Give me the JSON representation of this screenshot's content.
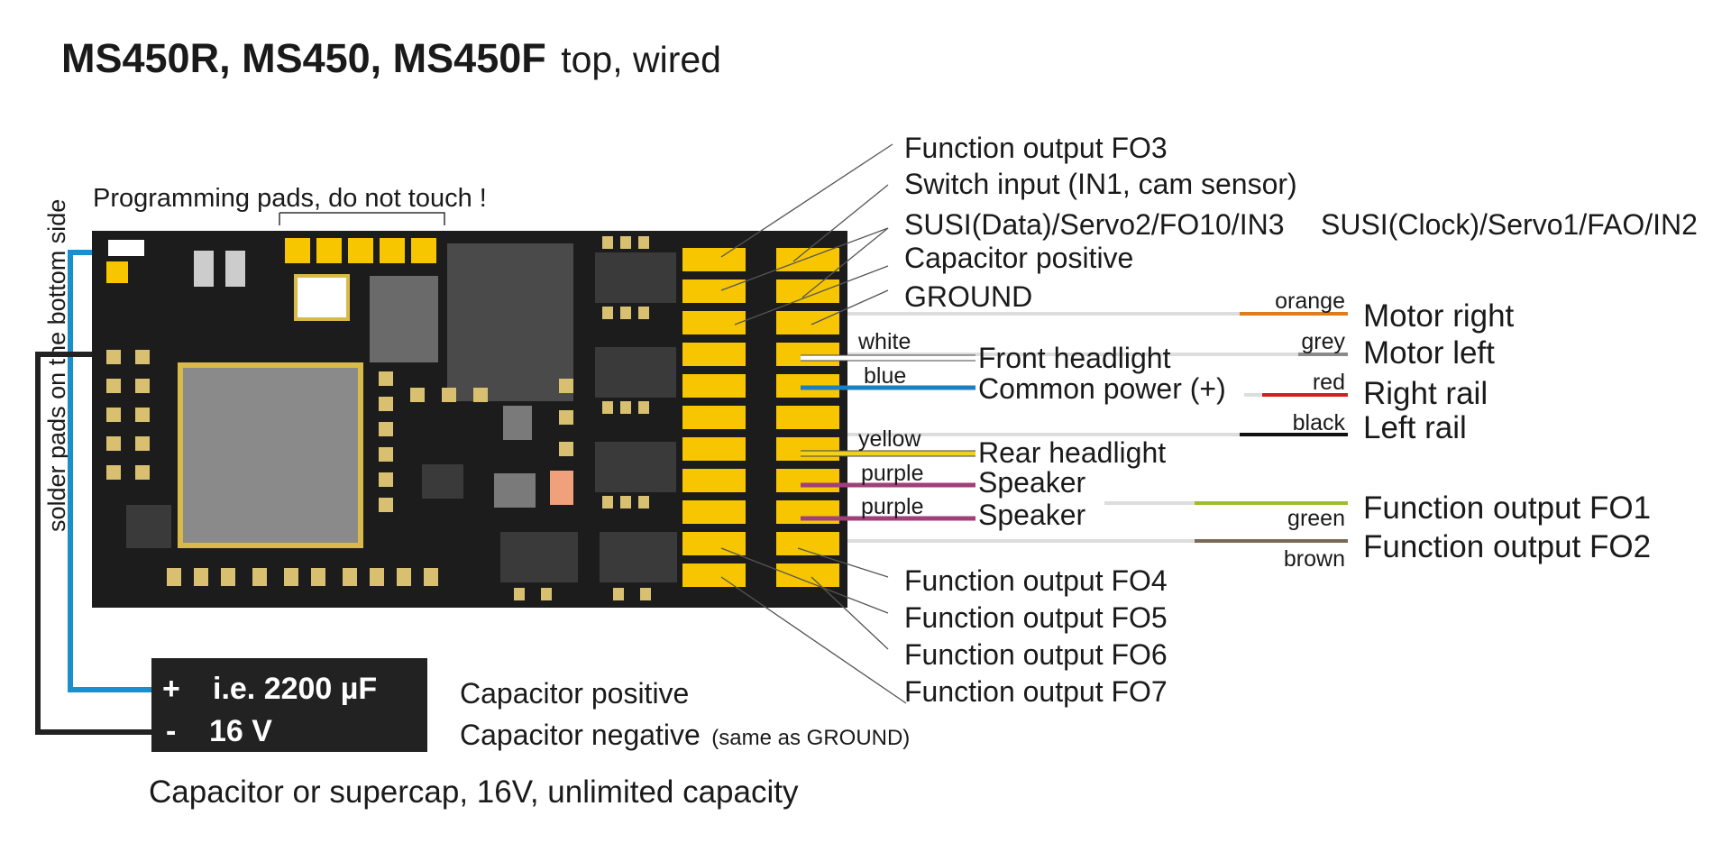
{
  "title": {
    "models": "MS450R, MS450, MS450F",
    "suffix": "top, wired"
  },
  "programming_pads": "Programming pads, do not touch !",
  "side_note": "solder pads on the bottom side",
  "pad_labels": {
    "fo3": "Function output FO3",
    "switch_input": "Switch input (IN1, cam sensor)",
    "susi_data": "SUSI(Data)/Servo2/FO10/IN3",
    "susi_clock": "SUSI(Clock)/Servo1/FAO/IN2",
    "capacitor_positive": "Capacitor positive",
    "ground": "GROUND",
    "fo4": "Function output FO4",
    "fo5": "Function output FO5",
    "fo6": "Function output FO6",
    "fo7": "Function output FO7"
  },
  "wires": {
    "motor_right": {
      "color_name": "orange",
      "label": "Motor right",
      "hex": "#e07b1a"
    },
    "motor_left": {
      "color_name": "grey",
      "label": "Motor left",
      "hex": "#8a8a8a"
    },
    "right_rail": {
      "color_name": "red",
      "label": "Right rail",
      "hex": "#d22020"
    },
    "left_rail": {
      "color_name": "black",
      "label": "Left rail",
      "hex": "#111111"
    },
    "fo1": {
      "color_name": "green",
      "label": "Function output FO1",
      "hex": "#9bbf2a"
    },
    "fo2": {
      "color_name": "brown",
      "label": "Function output FO2",
      "hex": "#7a6a55"
    },
    "front_headlight": {
      "color_name": "white",
      "label": "Front headlight",
      "hex": "#ffffff"
    },
    "common_power": {
      "color_name": "blue",
      "label": "Common power (+)",
      "hex": "#1b7fc4"
    },
    "rear_headlight": {
      "color_name": "yellow",
      "label": "Rear headlight",
      "hex": "#f0d11c"
    },
    "speaker1": {
      "color_name": "purple",
      "label": "Speaker",
      "hex": "#a0407a"
    },
    "speaker2": {
      "color_name": "purple",
      "label": "Speaker",
      "hex": "#a0407a"
    }
  },
  "capacitor": {
    "plus_sign": "+",
    "minus_sign": "-",
    "capacity": "i.e. 2200 µF",
    "voltage": "16 V",
    "positive_label": "Capacitor positive",
    "negative_label": "Capacitor negative",
    "negative_note": "(same as GROUND)",
    "caption": "Capacitor or supercap, 16V, unlimited capacity"
  },
  "colors": {
    "board": "#1c1c1c",
    "pad_yellow": "#f7c600",
    "cap_wire_blue": "#1b8fcc",
    "cap_wire_black": "#222222"
  }
}
